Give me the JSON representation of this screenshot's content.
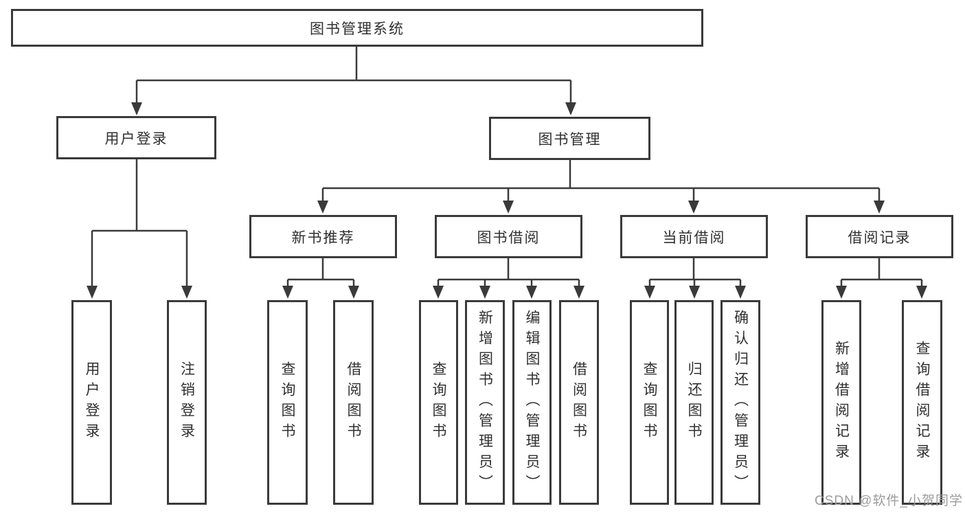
{
  "tree": {
    "root": {
      "label": "图书管理系统"
    },
    "branches": [
      {
        "label": "用户登录",
        "children": [
          {
            "label": "用户登录"
          },
          {
            "label": "注销登录"
          }
        ]
      },
      {
        "label": "图书管理",
        "children": [
          {
            "label": "新书推荐",
            "children": [
              {
                "label": "查询图书"
              },
              {
                "label": "借阅图书"
              }
            ]
          },
          {
            "label": "图书借阅",
            "children": [
              {
                "label": "查询图书"
              },
              {
                "label": "新增图书（管理员）"
              },
              {
                "label": "编辑图书（管理员）"
              },
              {
                "label": "借阅图书"
              }
            ]
          },
          {
            "label": "当前借阅",
            "children": [
              {
                "label": "查询图书"
              },
              {
                "label": "归还图书"
              },
              {
                "label": "确认归还（管理员）"
              }
            ]
          },
          {
            "label": "借阅记录",
            "children": [
              {
                "label": "新增借阅记录"
              },
              {
                "label": "查询借阅记录"
              }
            ]
          }
        ]
      }
    ]
  },
  "watermark": {
    "text": "CSDN @软件_小贺同学"
  },
  "colors": {
    "line": "#3a3a3a",
    "text": "#303030",
    "watermark": "#9c9c9c",
    "background": "#ffffff"
  }
}
